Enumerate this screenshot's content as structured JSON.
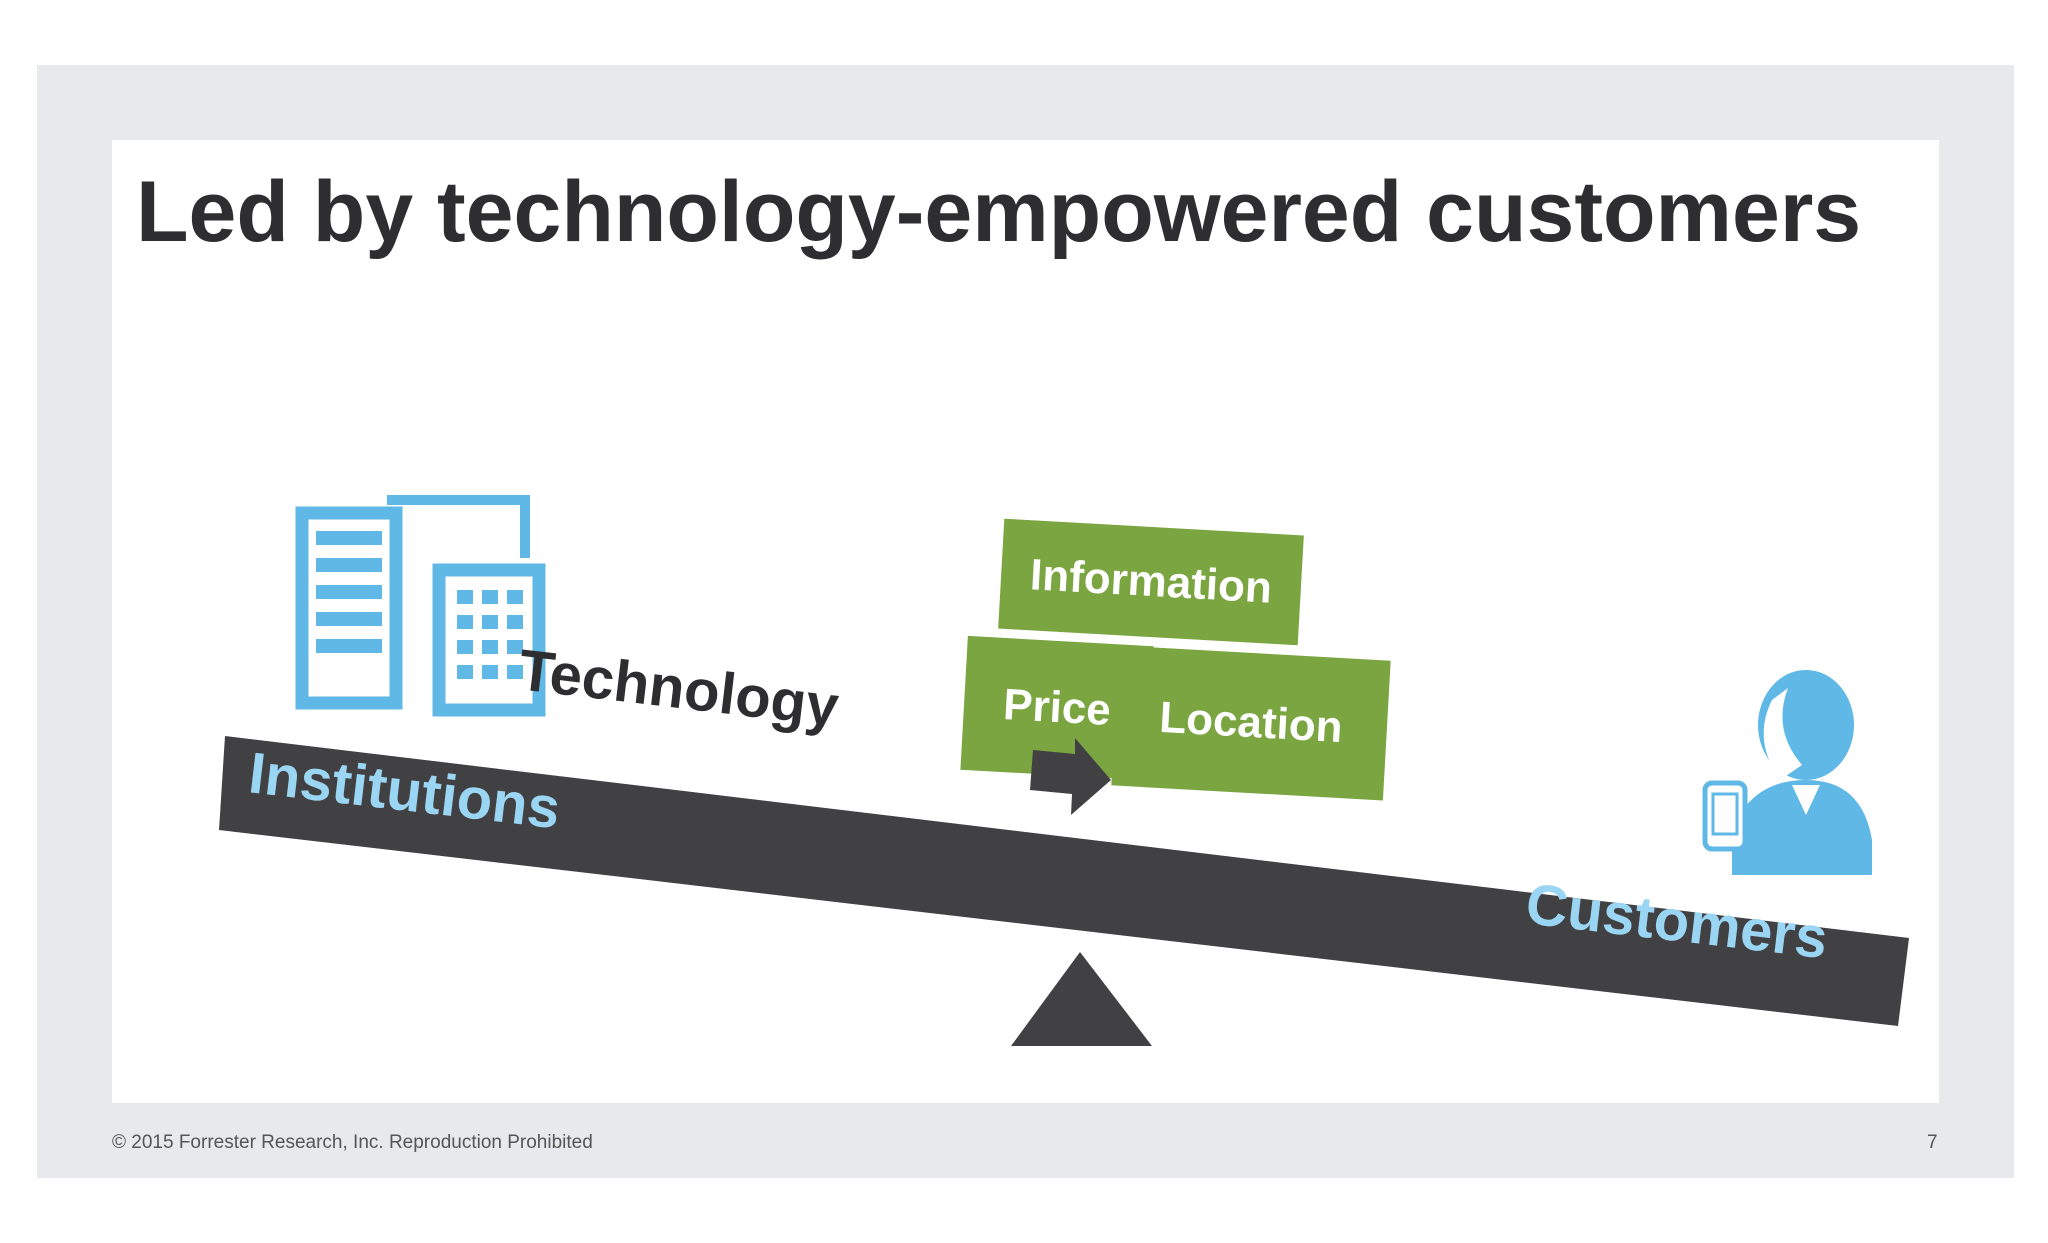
{
  "slide": {
    "title": "Led by technology-empowered customers",
    "footer": "© 2015 Forrester Research, Inc. Reproduction Prohibited",
    "page_number": "7"
  },
  "diagram": {
    "left_label": "Institutions",
    "right_label": "Customers",
    "arrow_label": "Technology",
    "blocks": {
      "top": "Information",
      "bottom_left": "Price",
      "bottom_right": "Location"
    },
    "icons": {
      "left": "office-buildings-icon",
      "right": "person-with-smartphone-icon",
      "arrow": "right-arrow-icon",
      "fulcrum": "triangle-fulcrum-icon"
    },
    "colors": {
      "beam": "#414042",
      "beam_text": "#9ad6f3",
      "block": "#7aa540",
      "icon": "#5fb8e6",
      "fulcrum": "#414042",
      "text": "#2e2e30"
    }
  }
}
